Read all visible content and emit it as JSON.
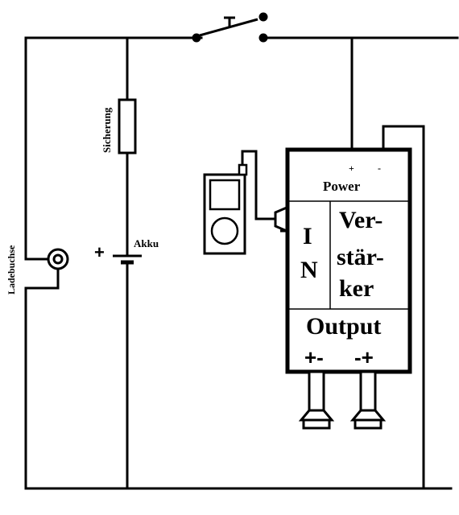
{
  "labels": {
    "fuse": "Sicherung",
    "battery": "Akku",
    "charge_socket": "Ladebuchse",
    "battery_plus": "+"
  },
  "amplifier": {
    "power_label": "Power",
    "power_plus": "+",
    "power_minus": "-",
    "in_label_1": "I",
    "in_label_2": "N",
    "name_line_1": "Ver-",
    "name_line_2": "stär-",
    "name_line_3": "ker",
    "output_label": "Output",
    "output_pol_left": "+-",
    "output_pol_right": "-+"
  },
  "colors": {
    "line": "#000000",
    "background": "#ffffff"
  }
}
